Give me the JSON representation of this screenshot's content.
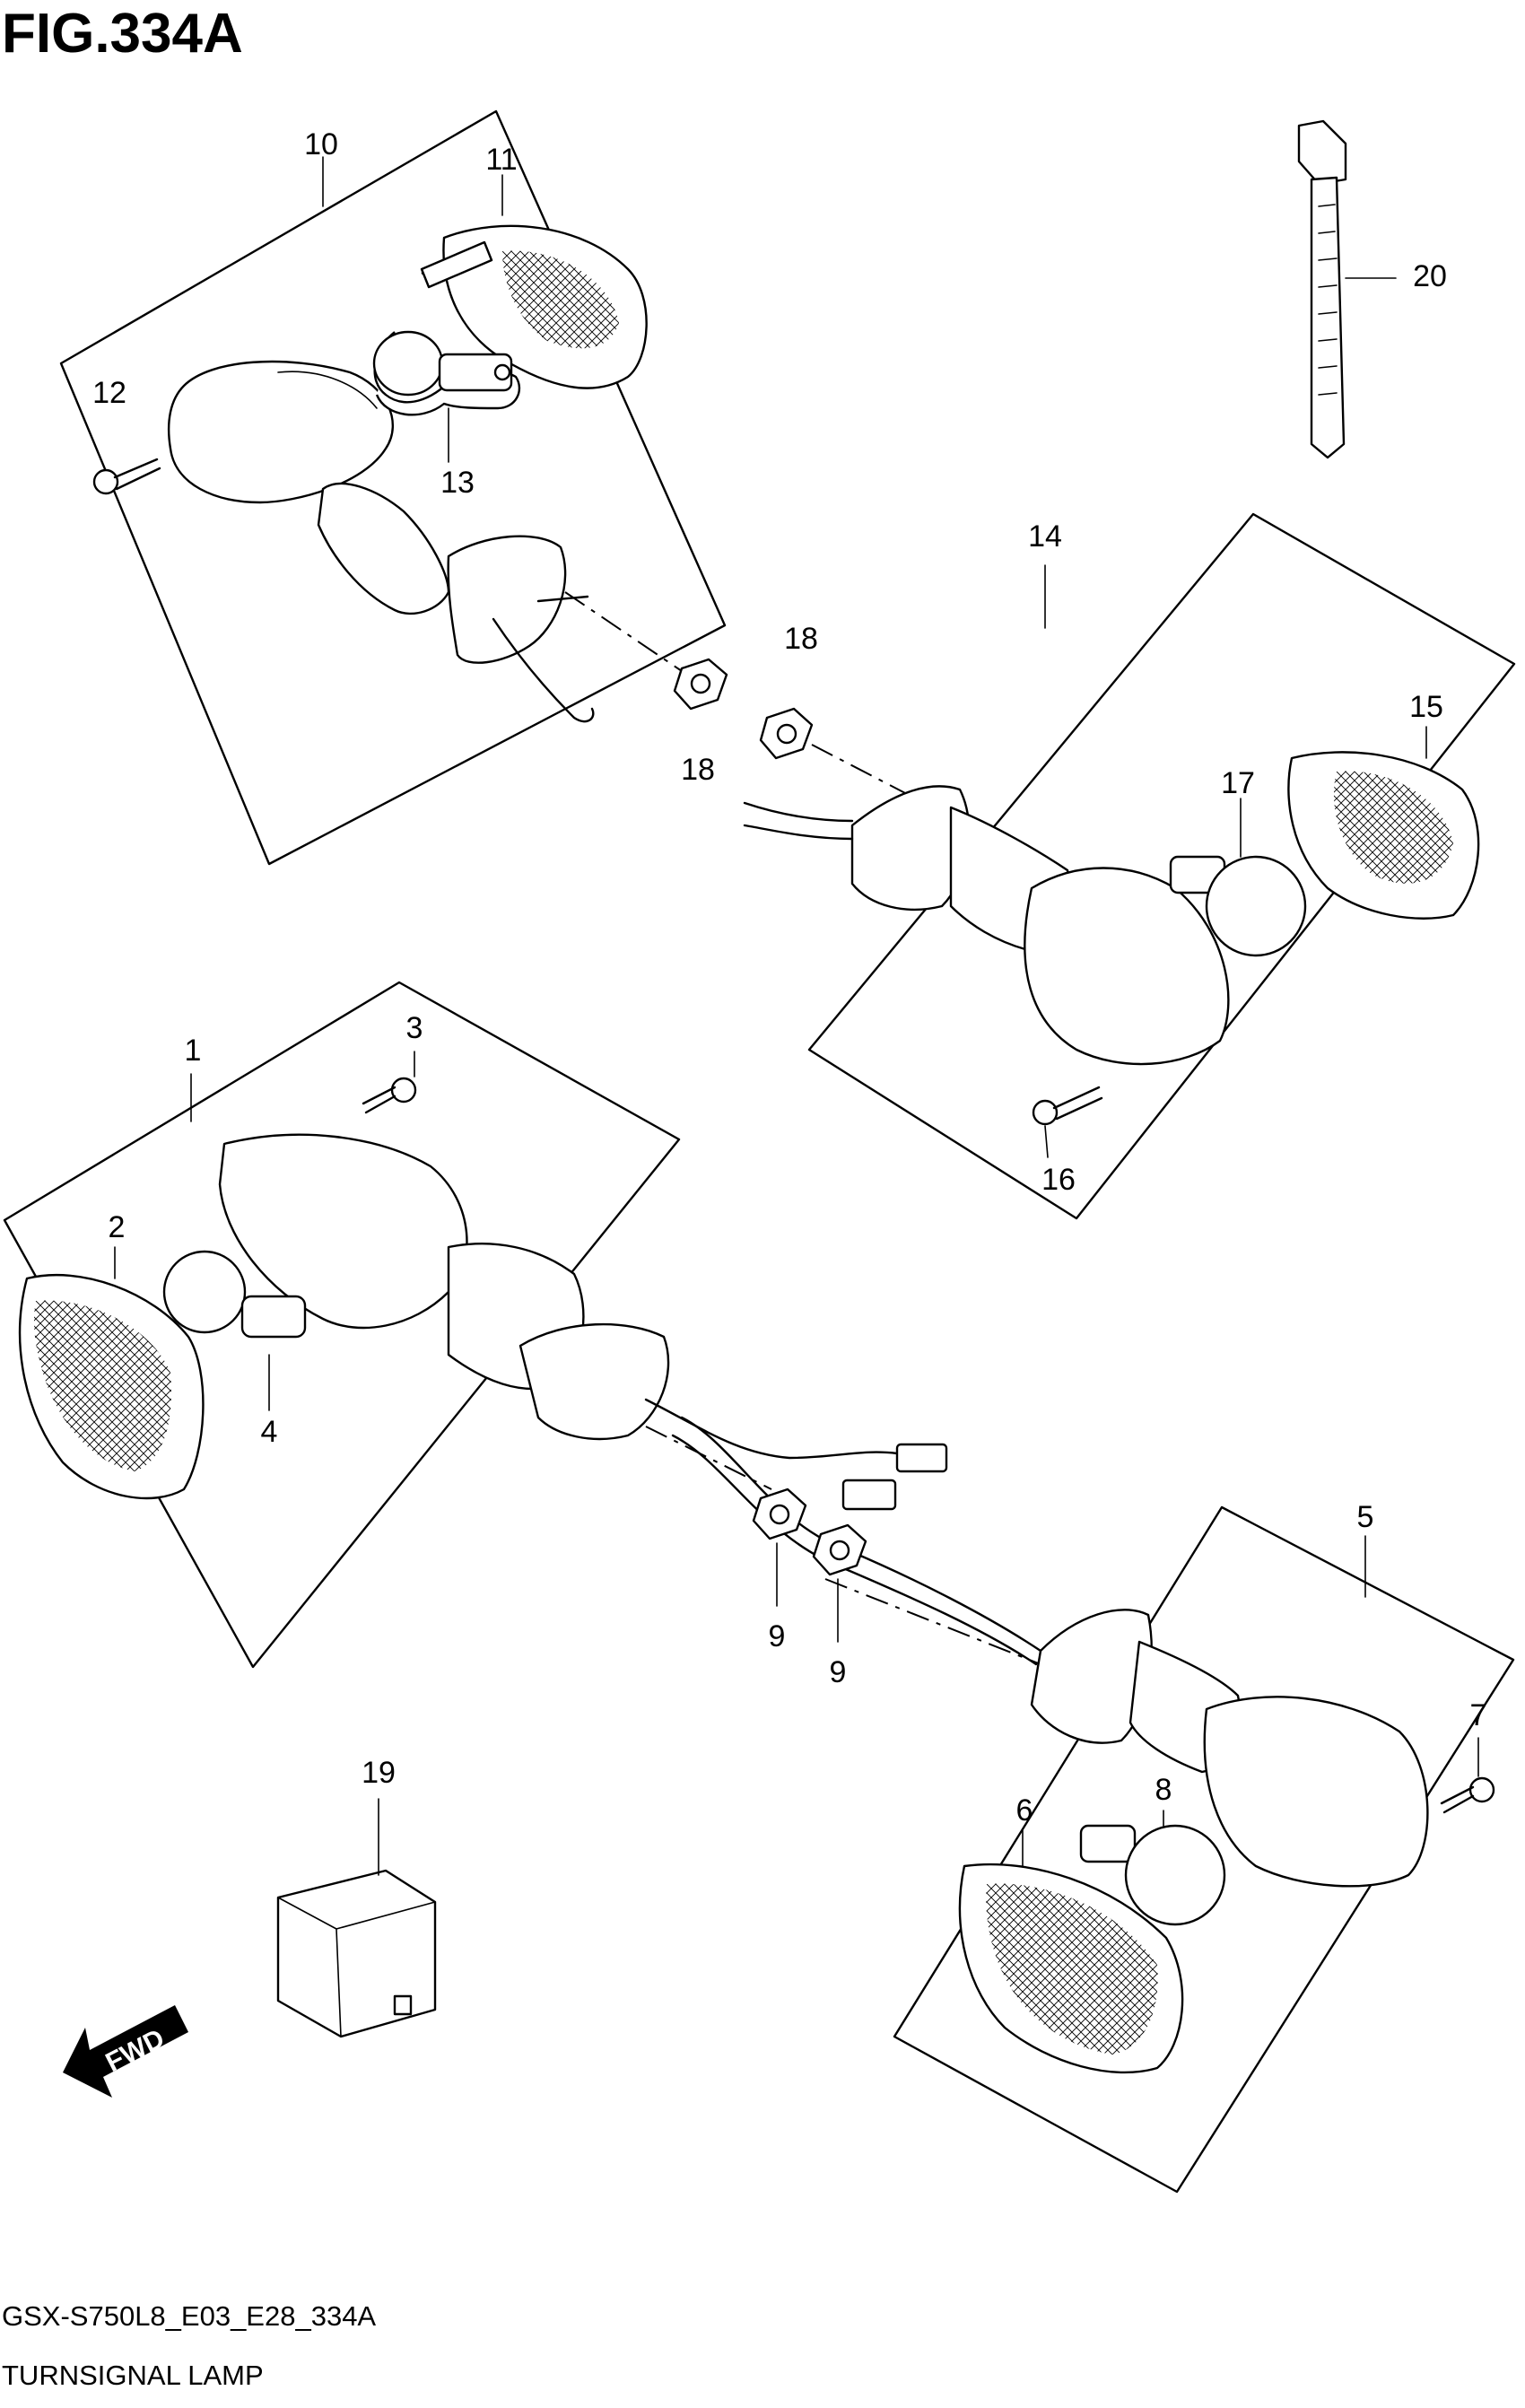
{
  "figure": {
    "title": "FIG.334A",
    "diagram_code": "GSX-S750L8_E03_E28_334A",
    "caption": "TURNSIGNAL LAMP"
  },
  "direction_badge": {
    "label": "FWD",
    "icon": "forward-arrow-icon"
  },
  "callouts": {
    "c1": "1",
    "c2": "2",
    "c3": "3",
    "c4": "4",
    "c5": "5",
    "c6": "6",
    "c7": "7",
    "c8": "8",
    "c9a": "9",
    "c9b": "9",
    "c10": "10",
    "c11": "11",
    "c12": "12",
    "c13": "13",
    "c14": "14",
    "c15": "15",
    "c16": "16",
    "c17": "17",
    "c18a": "18",
    "c18b": "18",
    "c19": "19",
    "c20": "20"
  }
}
